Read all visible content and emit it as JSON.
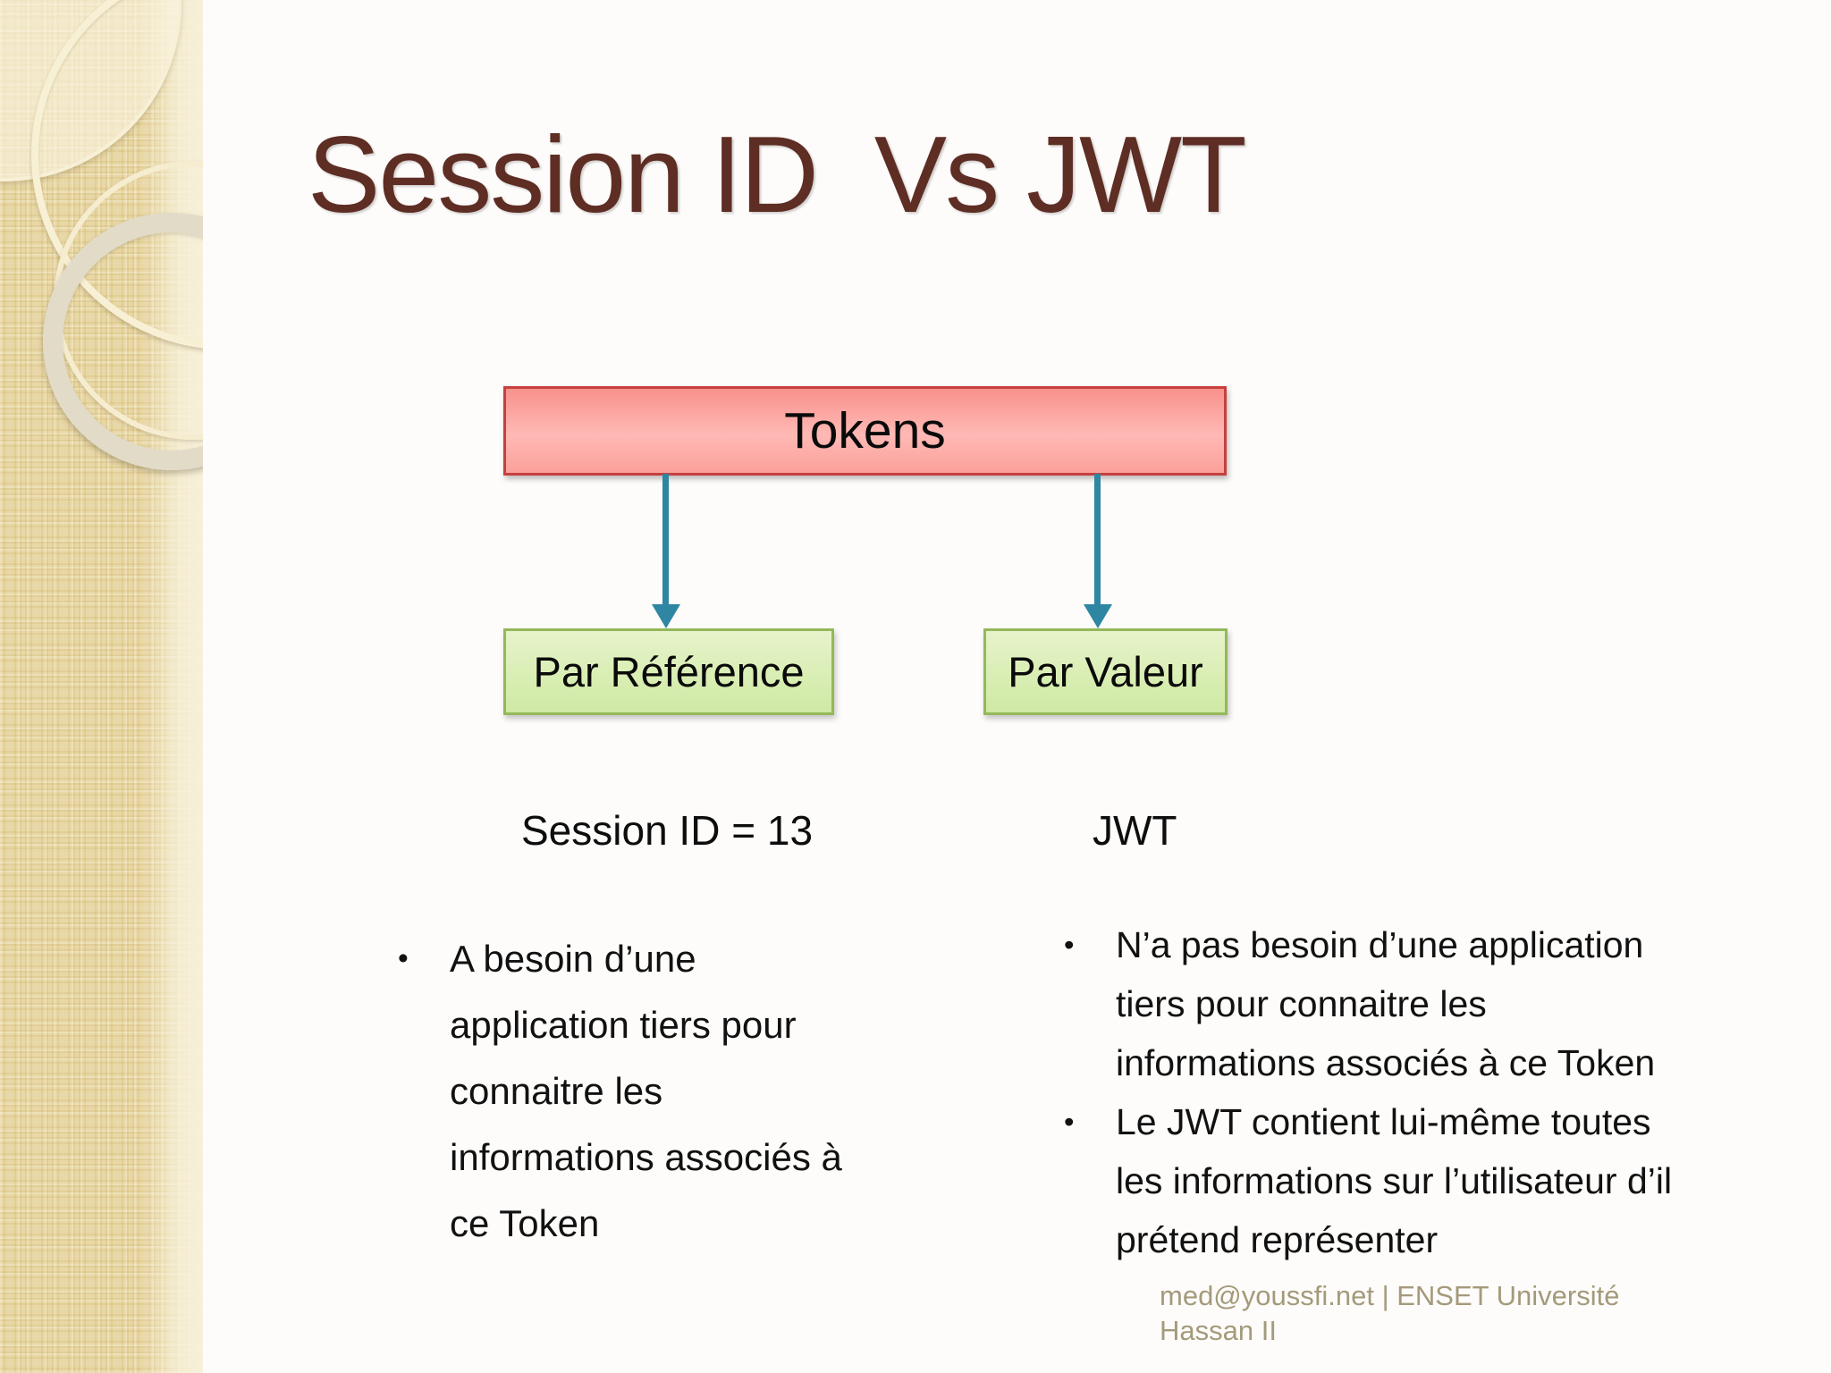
{
  "slide": {
    "title": "Session ID  Vs JWT",
    "diagram": {
      "root_label": "Tokens",
      "left_child_label": "Par Référence",
      "right_child_label": "Par Valeur"
    },
    "left_panel": {
      "heading": "Session ID = 13",
      "bullet": {
        "marker": "•",
        "lines": [
          "A besoin d’une",
          "application tiers pour",
          "connaitre les",
          "informations associés à",
          "ce Token"
        ]
      }
    },
    "right_panel": {
      "heading": "JWT",
      "bullets": [
        {
          "marker": "•",
          "lines": [
            "N’a pas besoin d’une application",
            "tiers pour connaitre les",
            "informations associés à ce Token"
          ]
        },
        {
          "marker": "•",
          "lines": [
            "Le JWT contient lui-même toutes",
            "les informations sur l’utilisateur d’il",
            "prétend représenter"
          ]
        }
      ]
    },
    "footer": {
      "lines": [
        "med@youssfi.net | ENSET Université",
        "Hassan II"
      ]
    },
    "colors": {
      "title_text": "#5e2d24",
      "tokens_fill_top": "#f8918c",
      "tokens_fill_bottom": "#ffb9b5",
      "tokens_border": "#c5403e",
      "child_fill_top": "#e7f3cb",
      "child_fill_bottom": "#cfe9a4",
      "child_border": "#94b85a",
      "arrow": "#2e86a3",
      "body_text": "#111111",
      "footer_text": "#a49a7b",
      "sidebar_base": "#e9d8a4"
    }
  }
}
